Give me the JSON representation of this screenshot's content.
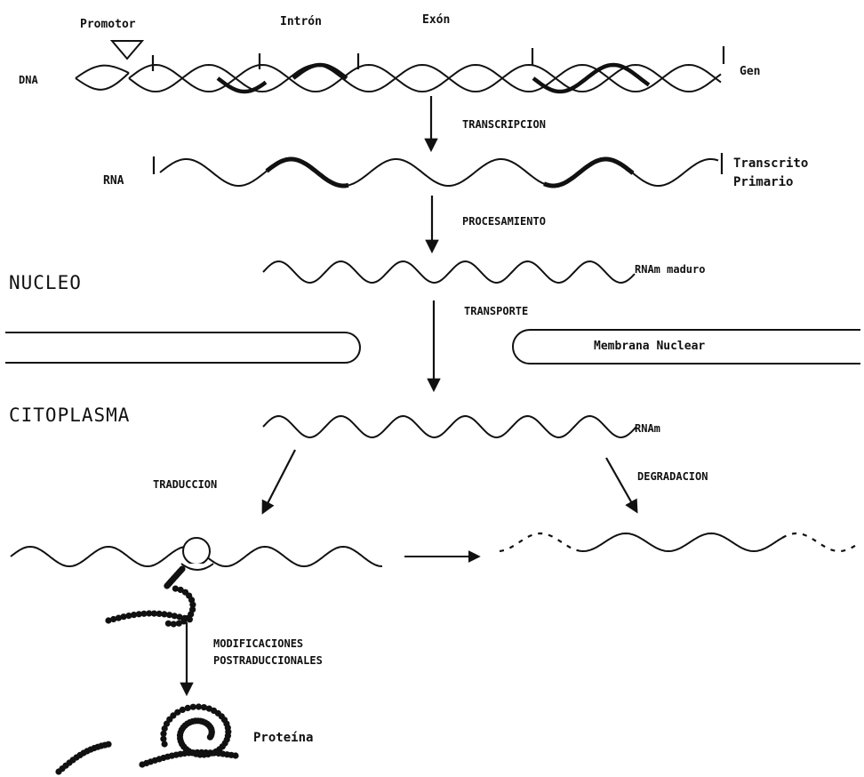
{
  "labels": {
    "promotor": "Promotor",
    "intron": "Intrón",
    "exon": "Exón",
    "dna": "DNA",
    "gen": "Gen",
    "transcripcion": "TRANSCRIPCION",
    "rna": "RNA",
    "transcrito_1": "Transcrito",
    "transcrito_2": "Primario",
    "procesamiento": "PROCESAMIENTO",
    "nucleo": "NUCLEO",
    "rnam_maduro": "RNAm maduro",
    "transporte": "TRANSPORTE",
    "membrana": "Membrana Nuclear",
    "citoplasma": "CITOPLASMA",
    "rnam": "RNAm",
    "traduccion": "TRADUCCION",
    "degradacion": "DEGRADACION",
    "modificaciones_1": "MODIFICACIONES",
    "modificaciones_2": "POSTRADUCCIONALES",
    "proteina": "Proteína"
  },
  "colors": {
    "ink": "#111111",
    "background": "#ffffff"
  }
}
